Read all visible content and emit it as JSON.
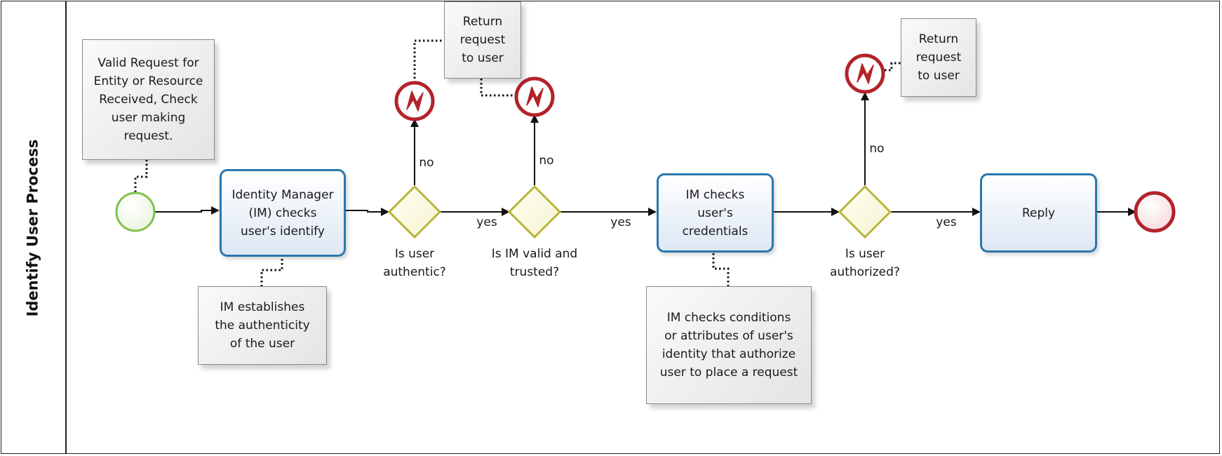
{
  "pool": {
    "title": "Identify User Process"
  },
  "annotations": {
    "start_note": "Valid Request for\nEntity or Resource\nReceived, Check\nuser making\nrequest.",
    "identity_note": "IM establishes\nthe authenticity\nof the user",
    "return_note_1": "Return\nrequest\nto user",
    "return_note_2": "Return\nrequest\nto user",
    "credentials_note": "IM checks conditions\nor attributes of user's\nidentity that authorize\nuser to place a request"
  },
  "tasks": {
    "identity": "Identity Manager\n(IM) checks\nuser's identify",
    "credentials": "IM checks\nuser's\ncredentials",
    "reply": "Reply"
  },
  "gateways": {
    "authentic": "Is user\nauthentic?",
    "trusted": "Is IM valid and\ntrusted?",
    "authorized": "Is user\nauthorized?"
  },
  "flow_labels": {
    "no_1": "no",
    "no_2": "no",
    "no_3": "no",
    "yes_1": "yes",
    "yes_2": "yes",
    "yes_3": "yes"
  },
  "colors": {
    "start_event": "#7fc34a",
    "end_event": "#b3232a",
    "error_event": "#b3232a",
    "gateway": "#b9b33a",
    "task_border": "#2a77ad"
  }
}
